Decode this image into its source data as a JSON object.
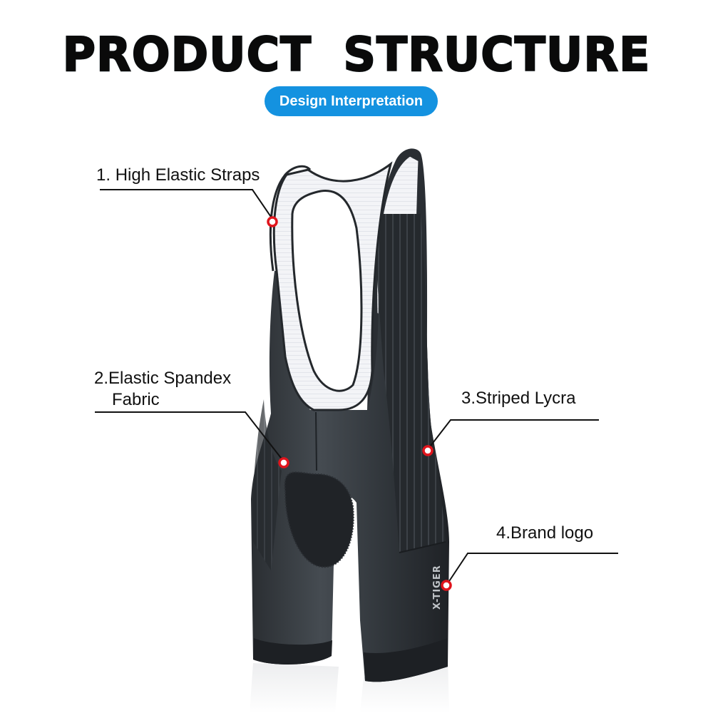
{
  "header": {
    "title": "PRODUCT STRUCTURE",
    "badge": "Design Interpretation",
    "badge_color": "#1492e0"
  },
  "callouts": [
    {
      "number": "1.",
      "text": "High Elastic Straps"
    },
    {
      "number": "2.",
      "text": "Elastic Spandex",
      "text_line2": "Fabric"
    },
    {
      "number": "3.",
      "text": "Striped Lycra"
    },
    {
      "number": "4.",
      "text": "Brand logo"
    }
  ],
  "product": {
    "name": "cycling-bib-shorts",
    "brand_text": "X-TIGER",
    "marker_color": "#e0141c",
    "fabric_color": "#3a3f44",
    "strap_color": "#f2f3f6"
  }
}
